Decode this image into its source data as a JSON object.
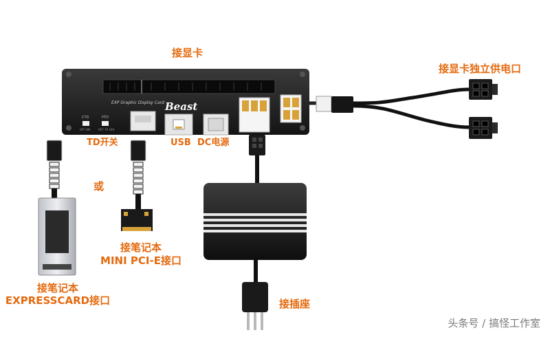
{
  "labels": {
    "card": "接显卡",
    "gpu_power": "接显卡独立供电口",
    "td_switch": "TD开关",
    "usb": "USB",
    "dc_power": "DC电源",
    "or": "或",
    "minipcie_line1": "接笔记本",
    "minipcie_line2": "MINI PCI-E接口",
    "expresscard_line1": "接笔记本",
    "expresscard_line2": "EXPRESSCARD接口",
    "wall_plug": "接插座"
  },
  "board_text": {
    "model": "Beast",
    "subtitle": "EXP Graphic Display Card",
    "ctd": "CTD",
    "ptd": "PTD",
    "off_on": "OFF ON",
    "off_7a_14a": "OFF 7A 14A"
  },
  "watermark": "头条号 / 搞怪工作室",
  "colors": {
    "label": "#e46a0f",
    "board": "#1e1e1e",
    "cable": "#111111"
  }
}
